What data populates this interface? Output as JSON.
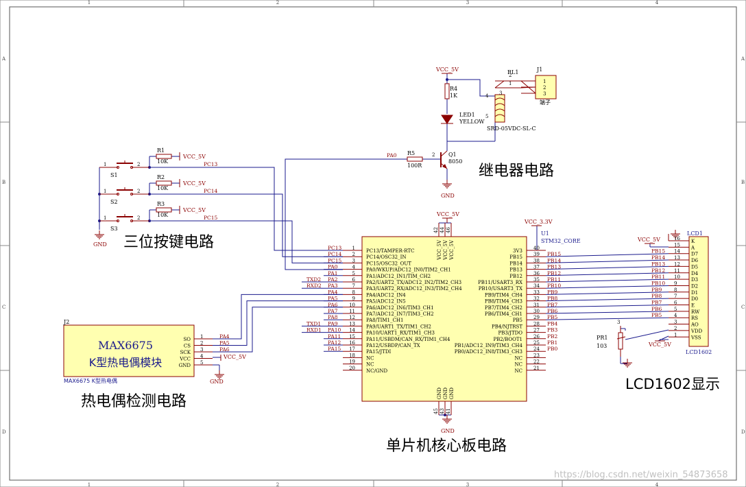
{
  "frame": {
    "col_labels": [
      "1",
      "2",
      "3",
      "4"
    ],
    "row_labels": [
      "A",
      "B",
      "C",
      "D"
    ]
  },
  "colors": {
    "wire": "#1a1a8c",
    "component": "#8b0000",
    "net_label": "#8b0000",
    "body_fill": "#ffffb0",
    "border": "#8b0000",
    "power": "#8b0000",
    "watermark": "#c0c0c0"
  },
  "sections": {
    "relay": "继电器电路",
    "buttons": "三位按键电路",
    "thermocouple": "热电偶检测电路",
    "mcu": "单片机核心板电路",
    "lcd": "LCD1602显示"
  },
  "power": {
    "vcc5": "VCC_5V",
    "vcc33": "VCC_3.3V",
    "gnd": "GND"
  },
  "relay": {
    "r4_ref": "R4",
    "r4_val": "1K",
    "led_ref": "LED1",
    "led_val": "YELLOW",
    "rl_ref": "RL1",
    "rl_part": "SRD-05VDC-SL-C",
    "j1_ref": "J1",
    "j1_name": "端子",
    "j1_pins": [
      "1",
      "2",
      "3"
    ],
    "rl_pins": [
      "2",
      "1",
      "4",
      "5",
      "3"
    ],
    "q1_ref": "Q1",
    "q1_val": "8050",
    "r5_ref": "R5",
    "r5_val": "100R",
    "net_pa0": "PA0",
    "r5_pins": [
      "1",
      "2"
    ]
  },
  "buttons": {
    "items": [
      {
        "sw": "S1",
        "r": "R1",
        "rval": "10K",
        "net": "PC13"
      },
      {
        "sw": "S2",
        "r": "R2",
        "rval": "10K",
        "net": "PC14"
      },
      {
        "sw": "S3",
        "r": "R3",
        "rval": "10K",
        "net": "PC15"
      }
    ],
    "pin1": "1",
    "pin2": "2"
  },
  "max6675": {
    "ref": "J2",
    "title": "MAX6675",
    "subtitle": "K型热电偶模块",
    "caption": "MAX6675 K型热电偶",
    "pins": [
      {
        "name": "SO",
        "num": "1",
        "net": "PA4"
      },
      {
        "name": "CS",
        "num": "2",
        "net": "PA5"
      },
      {
        "name": "SCK",
        "num": "3",
        "net": "PA6"
      },
      {
        "name": "VCC",
        "num": "4",
        "net": ""
      },
      {
        "name": "GND",
        "num": "5",
        "net": ""
      }
    ]
  },
  "mcu": {
    "ref": "U1",
    "part": "STM32_CORE",
    "top_pins": [
      "42",
      "44",
      "46"
    ],
    "top_labels": [
      "VCC_5V",
      "VCC_5V",
      "VCC_5V"
    ],
    "bottom_pins": [
      "45",
      "43",
      "41"
    ],
    "bottom_labels": [
      "GND",
      "GND",
      "GND"
    ],
    "left": [
      {
        "num": "1",
        "name": "PC13/TAMPER-RTC",
        "net": "PC13"
      },
      {
        "num": "2",
        "name": "PC14/OSC32_IN",
        "net": "PC14"
      },
      {
        "num": "3",
        "name": "PC15/OSC32_OUT",
        "net": "PC15"
      },
      {
        "num": "4",
        "name": "PA0/WKUP/ADC12_IN0/TIM2_CH1",
        "net": "PA0"
      },
      {
        "num": "5",
        "name": "PA1/ADC12_IN1/TIM_CH2",
        "net": "PA1"
      },
      {
        "num": "6",
        "name": "PA2/UART2_TX/ADC12_IN2/TIM2_CH3",
        "net": "PA2",
        "ext": "TXD2"
      },
      {
        "num": "7",
        "name": "PA3/UART2_RX/ADC12_IN3/TIM2_CH4",
        "net": "PA3",
        "ext": "RXD2"
      },
      {
        "num": "8",
        "name": "PA4/ADC12_IN4",
        "net": "PA4"
      },
      {
        "num": "9",
        "name": "PA5/ADC12_IN5",
        "net": "PA5"
      },
      {
        "num": "10",
        "name": "PA6/ADC12_IN6/TIM3_CH1",
        "net": "PA6"
      },
      {
        "num": "11",
        "name": "PA7/ADC12_IN7/TIM3_CH2",
        "net": "PA7"
      },
      {
        "num": "12",
        "name": "PA8/TIM1_CH1",
        "net": "PA8"
      },
      {
        "num": "13",
        "name": "PA9/UART1_TX/TIM1_CH2",
        "net": "PA9",
        "ext": "TXD1"
      },
      {
        "num": "14",
        "name": "PA10/UART1_RX/TIM1_CH3",
        "net": "PA10",
        "ext": "RXD1"
      },
      {
        "num": "15",
        "name": "PA11/USBDM/CAN_RX/TIM1_CH4",
        "net": "PA11"
      },
      {
        "num": "16",
        "name": "PA12/USBDP/CAN_TX",
        "net": "PA12"
      },
      {
        "num": "17",
        "name": "PA15/JTDI",
        "net": "PA15"
      },
      {
        "num": "18",
        "name": "NC",
        "net": ""
      },
      {
        "num": "19",
        "name": "NC",
        "net": ""
      },
      {
        "num": "20",
        "name": "NC/GND",
        "net": ""
      }
    ],
    "right": [
      {
        "num": "40",
        "name": "3V3",
        "net": ""
      },
      {
        "num": "39",
        "name": "PB15",
        "net": "PB15"
      },
      {
        "num": "38",
        "name": "PB14",
        "net": "PB14"
      },
      {
        "num": "37",
        "name": "PB13",
        "net": "PB13"
      },
      {
        "num": "36",
        "name": "PB12",
        "net": "PB12"
      },
      {
        "num": "35",
        "name": "PB11/USART3_RX",
        "net": "PB11"
      },
      {
        "num": "34",
        "name": "PB10/USART3_TX",
        "net": "PB10"
      },
      {
        "num": "33",
        "name": "PB9/TIM4_CH4",
        "net": "PB9"
      },
      {
        "num": "32",
        "name": "PB8/TIM4_CH3",
        "net": "PB8"
      },
      {
        "num": "31",
        "name": "PB7/TIM4_CH2",
        "net": "PB7"
      },
      {
        "num": "30",
        "name": "PB6/TIM4_CH1",
        "net": "PB6"
      },
      {
        "num": "29",
        "name": "PB5",
        "net": "PB5"
      },
      {
        "num": "28",
        "name": "PB4/NJTRST",
        "net": "PB4"
      },
      {
        "num": "27",
        "name": "PB3/JTDO",
        "net": "PB3"
      },
      {
        "num": "26",
        "name": "PB2/BOOT1",
        "net": "PB2"
      },
      {
        "num": "25",
        "name": "PB1/ADC12_IN9/TIM3_CH4",
        "net": "PB1"
      },
      {
        "num": "24",
        "name": "PB0/ADC12_IN8/TIM3_CH3",
        "net": "PB0"
      },
      {
        "num": "23",
        "name": "NC",
        "net": ""
      },
      {
        "num": "22",
        "name": "NC",
        "net": ""
      },
      {
        "num": "21",
        "name": "NC",
        "net": ""
      }
    ]
  },
  "lcd": {
    "ref": "LCD1",
    "part": "LCD1602",
    "pins": [
      {
        "num": "16",
        "name": "K",
        "net": ""
      },
      {
        "num": "15",
        "name": "A",
        "net": ""
      },
      {
        "num": "14",
        "name": "D7",
        "net": "PB15"
      },
      {
        "num": "13",
        "name": "D6",
        "net": "PB14"
      },
      {
        "num": "12",
        "name": "D5",
        "net": "PB13"
      },
      {
        "num": "11",
        "name": "D4",
        "net": "PB12"
      },
      {
        "num": "10",
        "name": "D3",
        "net": "PB11"
      },
      {
        "num": "9",
        "name": "D2",
        "net": "PB10"
      },
      {
        "num": "8",
        "name": "D1",
        "net": "PB9"
      },
      {
        "num": "7",
        "name": "D0",
        "net": "PB8"
      },
      {
        "num": "6",
        "name": "E",
        "net": "PB7"
      },
      {
        "num": "5",
        "name": "RW",
        "net": "PB6"
      },
      {
        "num": "4",
        "name": "RS",
        "net": "PB5"
      },
      {
        "num": "3",
        "name": "AO",
        "net": ""
      },
      {
        "num": "2",
        "name": "VDD",
        "net": ""
      },
      {
        "num": "1",
        "name": "VSS",
        "net": ""
      }
    ],
    "pr_ref": "PR1",
    "pr_val": "103",
    "pr_pin": "3"
  },
  "watermark": "https://blog.csdn.net/weixin_54873658"
}
